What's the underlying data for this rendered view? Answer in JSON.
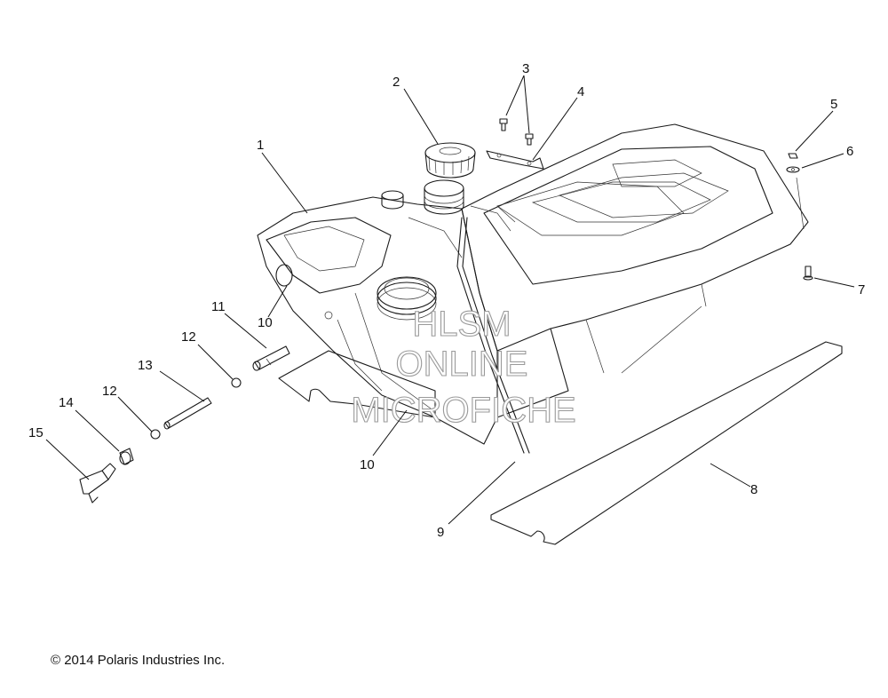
{
  "callouts": [
    {
      "id": "c1",
      "label": "1"
    },
    {
      "id": "c2",
      "label": "2"
    },
    {
      "id": "c3",
      "label": "3"
    },
    {
      "id": "c4",
      "label": "4"
    },
    {
      "id": "c5",
      "label": "5"
    },
    {
      "id": "c6",
      "label": "6"
    },
    {
      "id": "c7",
      "label": "7"
    },
    {
      "id": "c8",
      "label": "8"
    },
    {
      "id": "c9",
      "label": "9"
    },
    {
      "id": "c10a",
      "label": "10"
    },
    {
      "id": "c10b",
      "label": "10"
    },
    {
      "id": "c11",
      "label": "11"
    },
    {
      "id": "c12a",
      "label": "12"
    },
    {
      "id": "c12b",
      "label": "12"
    },
    {
      "id": "c13",
      "label": "13"
    },
    {
      "id": "c14",
      "label": "14"
    },
    {
      "id": "c15",
      "label": "15"
    }
  ],
  "watermark": {
    "line1": "HLSM",
    "line2": "ONLINE",
    "line3": "MICROFICHE"
  },
  "copyright": "© 2014 Polaris Industries Inc."
}
